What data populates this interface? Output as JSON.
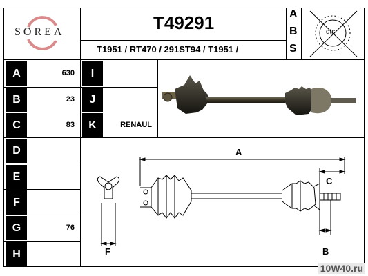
{
  "brand": {
    "name": "SOREA"
  },
  "header": {
    "part_number": "T49291",
    "cross_refs": "T1951 / RT470 / 291ST94 / T1951 /",
    "abs_letters": [
      "A",
      "B",
      "S"
    ],
    "badge_text": "dts"
  },
  "specs": [
    {
      "label": "A",
      "value": "630"
    },
    {
      "label": "B",
      "value": "23"
    },
    {
      "label": "C",
      "value": "83"
    },
    {
      "label": "D",
      "value": ""
    },
    {
      "label": "E",
      "value": ""
    },
    {
      "label": "F",
      "value": ""
    },
    {
      "label": "G",
      "value": "76"
    },
    {
      "label": "H",
      "value": ""
    }
  ],
  "extra_specs": [
    {
      "label": "I",
      "value": ""
    },
    {
      "label": "J",
      "value": ""
    },
    {
      "label": "K",
      "value": "RENAUL"
    }
  ],
  "diagram": {
    "dim_a": "A",
    "dim_b": "B",
    "dim_c": "C",
    "dim_f": "F"
  },
  "watermark": {
    "text": "10W40.ru"
  }
}
